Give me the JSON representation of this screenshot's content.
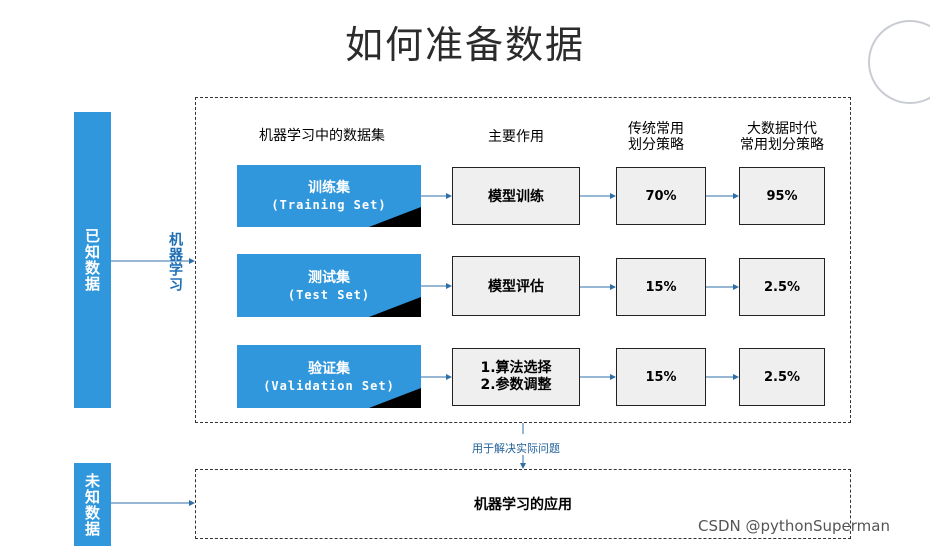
{
  "title": "如何准备数据",
  "left_labels": {
    "known": "已知数据",
    "unknown": "未知数据"
  },
  "ml_label": "机器学习",
  "headers": {
    "dataset": "机器学习中的数据集",
    "role": "主要作用",
    "traditional_line1": "传统常用",
    "traditional_line2": "划分策略",
    "bigdata_line1": "大数据时代",
    "bigdata_line2": "常用划分策略"
  },
  "rows": [
    {
      "name": "训练集",
      "en": "(Training Set)",
      "role_line1": "模型训练",
      "role_line2": "",
      "traditional": "70%",
      "bigdata": "95%"
    },
    {
      "name": "测试集",
      "en": "(Test Set)",
      "role_line1": "模型评估",
      "role_line2": "",
      "traditional": "15%",
      "bigdata": "2.5%"
    },
    {
      "name": "验证集",
      "en": "(Validation Set)",
      "role_line1": "1.算法选择",
      "role_line2": "2.参数调整",
      "traditional": "15%",
      "bigdata": "2.5%"
    }
  ],
  "arrow_note": "用于解决实际问题",
  "application": "机器学习的应用",
  "watermark": "CSDN @pythonSuperman",
  "colors": {
    "blue": "#3197dd",
    "gray_box": "#efefef",
    "label_blue": "#1f6fb5"
  }
}
